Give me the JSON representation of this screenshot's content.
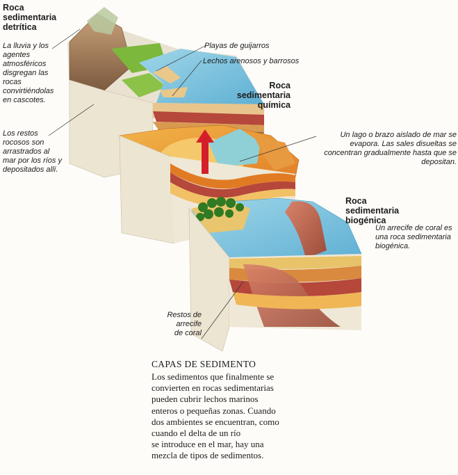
{
  "labels": {
    "detritica_title": "Roca sedimentaria detrítica",
    "detritica_desc1": "La lluvia y los agentes atmosféricos disgregan las rocas convirtiéndolas en cascotes.",
    "detritica_desc2": "Los restos rocosos son arrastrados al mar por los ríos y depositados allí.",
    "playas": "Playas de guijarros",
    "lechos": "Lechos arenosos y barrosos",
    "quimica_title": "Roca sedimentaria química",
    "quimica_desc": "Un lago o brazo aislado de mar se evapora. Las sales disueltas se concentran gradualmente hasta que se depositan.",
    "biogenica_title": "Roca sedimentaria biogénica",
    "biogenica_desc": "Un arrecife de coral es una roca sedimentaria biogénica.",
    "restos": "Restos de arrecife de coral"
  },
  "sediment": {
    "title": "CAPAS DE SEDIMENTO",
    "body": "Los sedimentos que finalmente se\nconvierten en rocas sedimentarias\npueden cubrir lechos marinos\nenteros o pequeñas zonas. Cuando\ndos ambientes se encuentran, como\ncuando el delta de un río\nse introduce en el mar, hay una\nmezcla de tipos de sedimentos."
  }
}
